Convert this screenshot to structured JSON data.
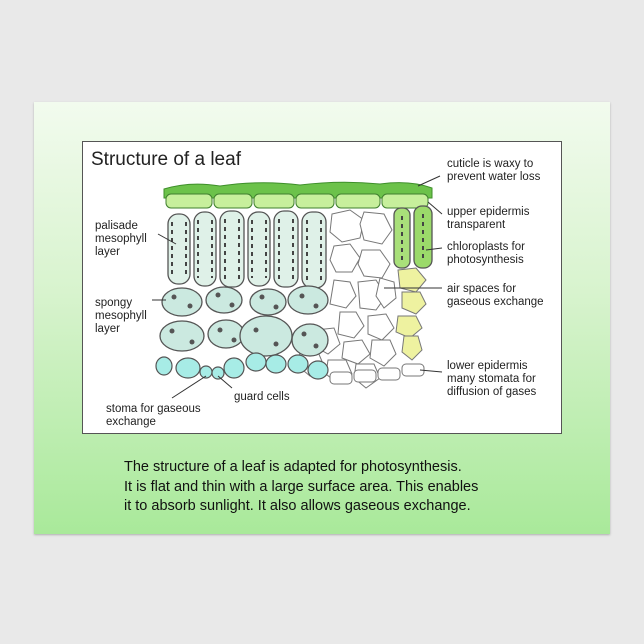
{
  "diagram": {
    "title": "Structure of a leaf",
    "labels": {
      "cuticle": "cuticle is waxy to\nprevent water loss",
      "upper_epidermis": "upper epidermis\ntransparent",
      "chloroplasts": "chloroplasts for\nphotosynthesis",
      "air_spaces": "air spaces for\ngaseous exchange",
      "lower_epidermis": "lower epidermis\nmany stomata for\ndiffusion of gases",
      "palisade": "palisade\nmesophyll\nlayer",
      "spongy": "spongy\nmesophyll\nlayer",
      "guard_cells": "guard cells",
      "stoma": "stoma for gaseous\nexchange"
    }
  },
  "caption": {
    "line1": "The structure of a leaf is adapted for photosynthesis.",
    "line2": "It is flat and thin with a large surface area. This enables",
    "line3": "it to absorb sunlight. It also allows gaseous exchange."
  },
  "colors": {
    "poster_top": "#f2fbee",
    "poster_bottom": "#a9e99a",
    "cuticle": "#6cc24a",
    "palisade_cell": "#dff1e8",
    "spongy_cell": "#cbe9e0",
    "chloroplast": "#555555",
    "stoma_cell": "#a7ece6"
  }
}
